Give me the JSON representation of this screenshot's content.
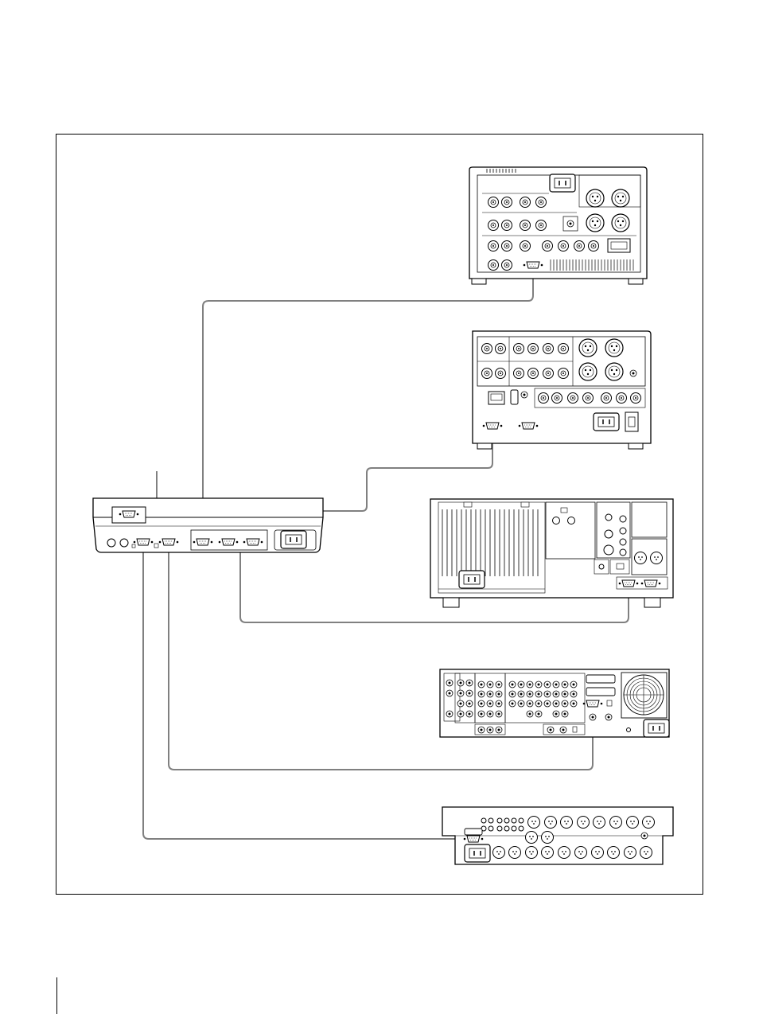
{
  "page": {
    "background": "#ffffff"
  },
  "diagram": {
    "frame_color": "#000000",
    "cable_color": "#808080",
    "device_stroke": "#000000",
    "labels": []
  },
  "devices": [
    {
      "id": "vtr-1",
      "kind": "compact-vtr-rear-panel"
    },
    {
      "id": "vtr-2",
      "kind": "compact-vtr-rear-panel"
    },
    {
      "id": "editing-controller",
      "kind": "controller-rear-panel"
    },
    {
      "id": "vtr-3",
      "kind": "studio-vtr-rear-panel"
    },
    {
      "id": "switcher",
      "kind": "video-switcher-rear-panel"
    },
    {
      "id": "audio-mixer",
      "kind": "audio-mixer-rear-panel"
    }
  ],
  "connections": [
    {
      "from": "editing-controller",
      "to": "vtr-1"
    },
    {
      "from": "editing-controller",
      "to": "vtr-2"
    },
    {
      "from": "editing-controller",
      "to": "vtr-3"
    },
    {
      "from": "editing-controller",
      "to": "switcher"
    },
    {
      "from": "editing-controller",
      "to": "audio-mixer"
    }
  ]
}
